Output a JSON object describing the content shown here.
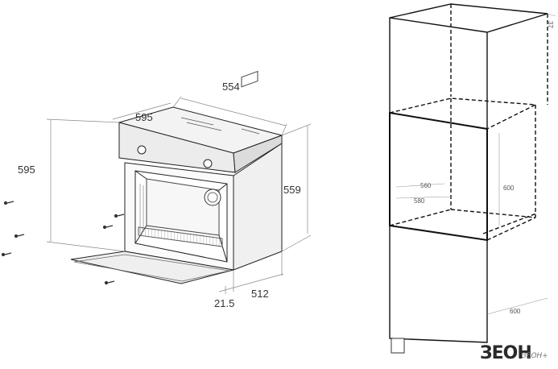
{
  "oven_dimensions": {
    "depth_top": "554",
    "width_front": "595",
    "height_front": "595",
    "height_body": "559",
    "door_thickness": "21.5",
    "body_depth": "512"
  },
  "cabinet_dimensions": {
    "niche_width_a": "560",
    "niche_width_b": "580",
    "niche_height": "600",
    "cabinet_depth": "600",
    "top_offset": "37"
  },
  "brand": {
    "logo": "ЗЕОН",
    "suffix": "ЗЕОН+"
  }
}
